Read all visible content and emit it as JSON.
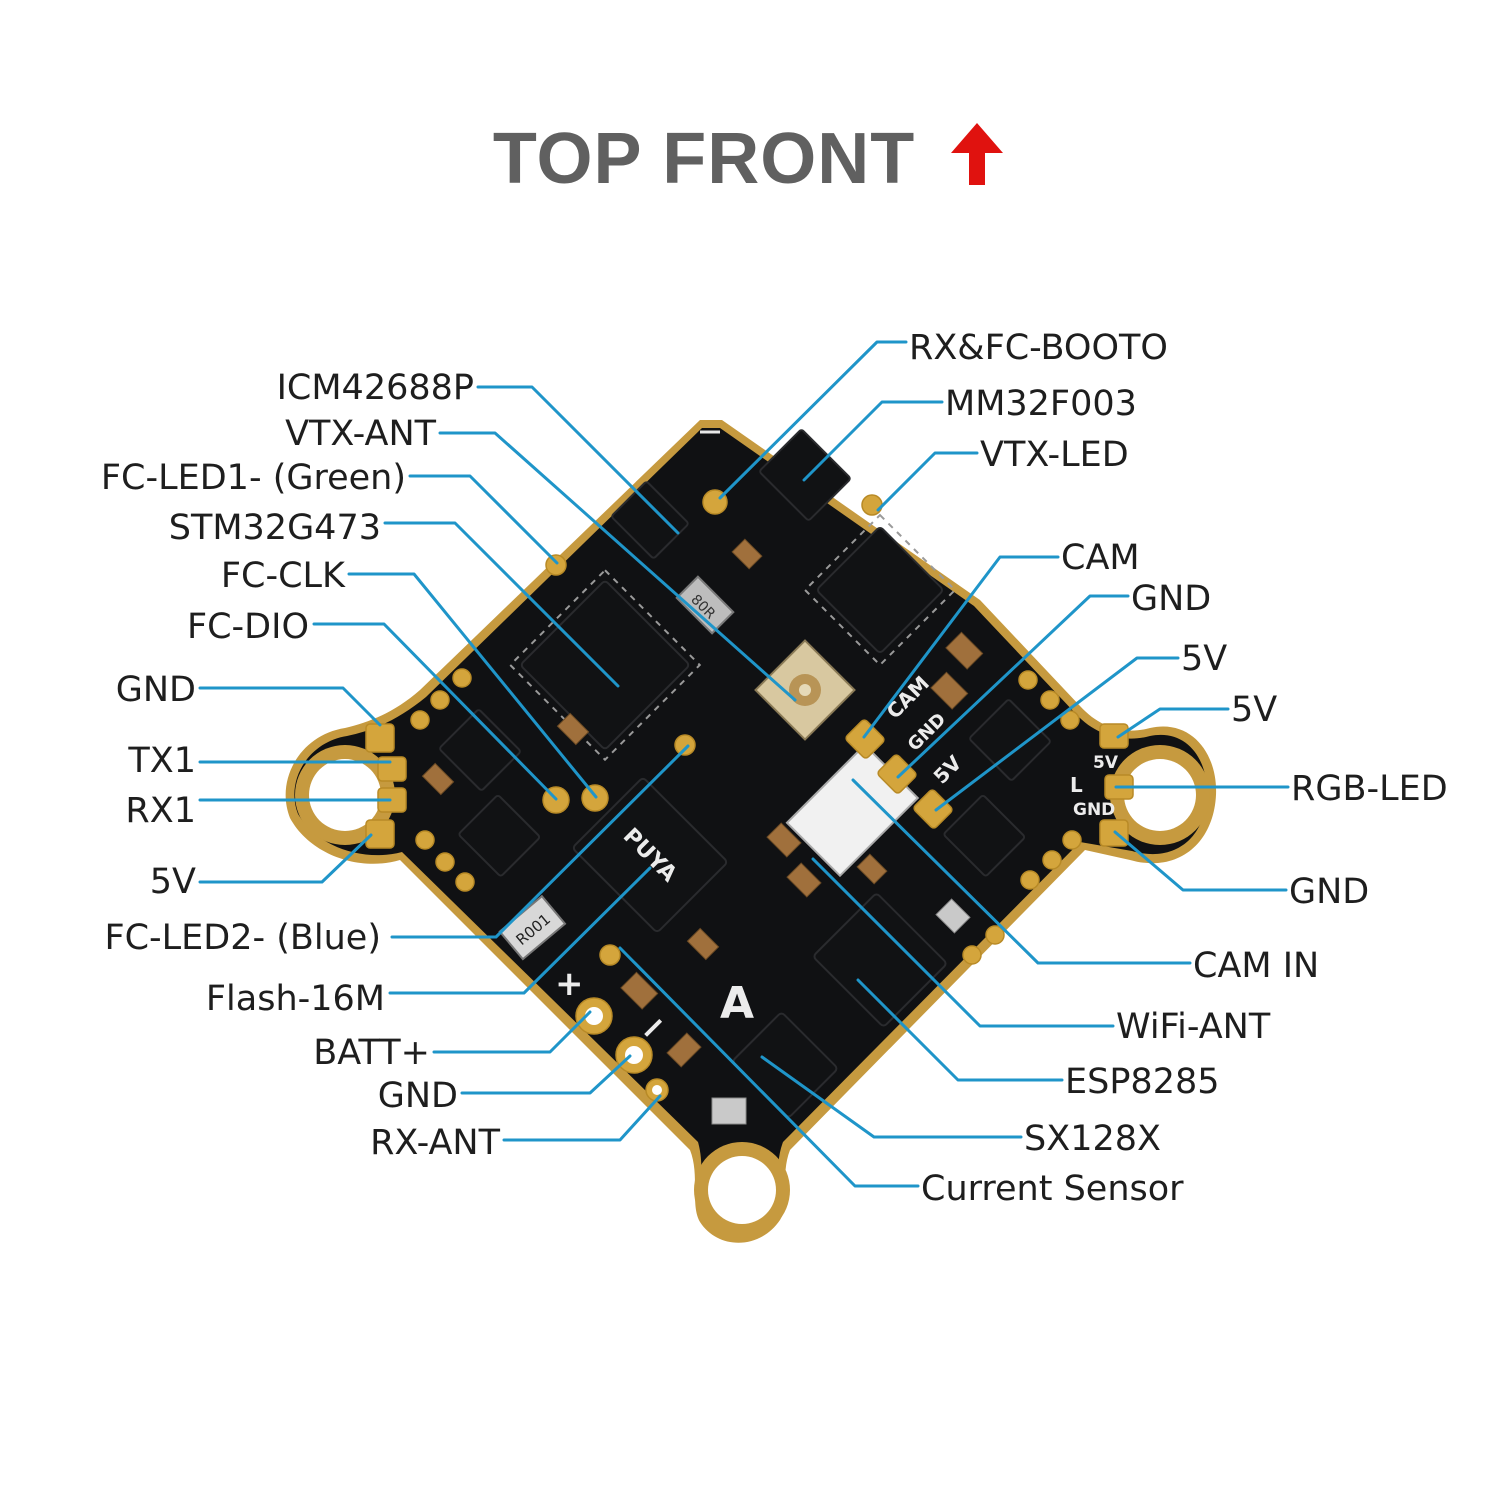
{
  "title": {
    "text": "TOP FRONT",
    "arrow_icon": "up-arrow-icon",
    "arrow_color": "#e0120f"
  },
  "colors": {
    "leader_line": "#1f95c9",
    "board": "#111214",
    "gold_pad": "#d4a53c"
  },
  "board_silkscreen": {
    "cam": "CAM",
    "gnd": "GND",
    "v5": "5V",
    "l": "L",
    "v5_right": "5V",
    "gnd_right": "GND",
    "plus": "+",
    "minus": "−",
    "a": "A",
    "chip_mark": "PUYA",
    "crystal_mark": "80R",
    "resistor_mark": "R001"
  },
  "labels_left": {
    "icm": "ICM42688P",
    "vtx_ant": "VTX-ANT",
    "fc_led1": "FC-LED1- (Green)",
    "stm32": "STM32G473",
    "fc_clk": "FC-CLK",
    "fc_dio": "FC-DIO",
    "gnd": "GND",
    "tx1": "TX1",
    "rx1": "RX1",
    "v5": "5V",
    "fc_led2": "FC-LED2- (Blue)",
    "flash": "Flash-16M",
    "batt": "BATT+",
    "gnd_batt": "GND",
    "rx_ant": "RX-ANT"
  },
  "labels_right": {
    "rx_fc_boot": "RX&FC-BOOTO",
    "mm32": "MM32F003",
    "vtx_led": "VTX-LED",
    "cam": "CAM",
    "gnd": "GND",
    "v5a": "5V",
    "v5b": "5V",
    "rgb_led": "RGB-LED",
    "gnd_rgb": "GND",
    "cam_in": "CAM IN",
    "wifi_ant": "WiFi-ANT",
    "esp": "ESP8285",
    "sx128": "SX128X",
    "current": "Current Sensor"
  }
}
